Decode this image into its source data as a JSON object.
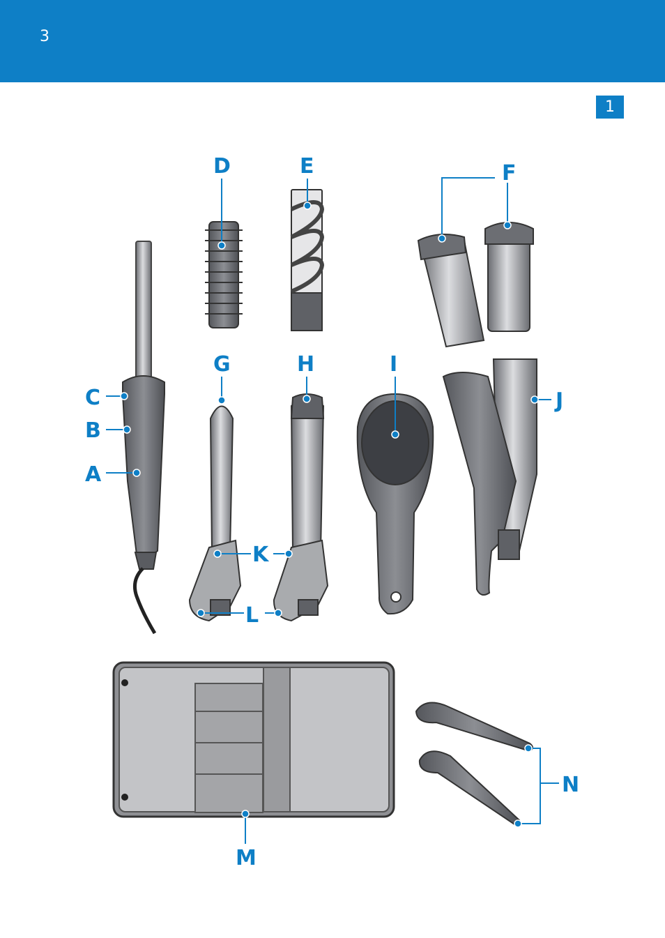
{
  "colors": {
    "accent": "#0e7fc6",
    "device": "#7d7f84",
    "device_dark": "#4b4d52",
    "device_light": "#c9cacd",
    "pouch": "#b8b9bc"
  },
  "header": {
    "page_number": "3"
  },
  "figure": {
    "badge": "1"
  },
  "labels": {
    "A": "A",
    "B": "B",
    "C": "C",
    "D": "D",
    "E": "E",
    "F": "F",
    "G": "G",
    "H": "H",
    "I": "I",
    "J": "J",
    "K": "K",
    "L": "L",
    "M": "M",
    "N": "N"
  }
}
